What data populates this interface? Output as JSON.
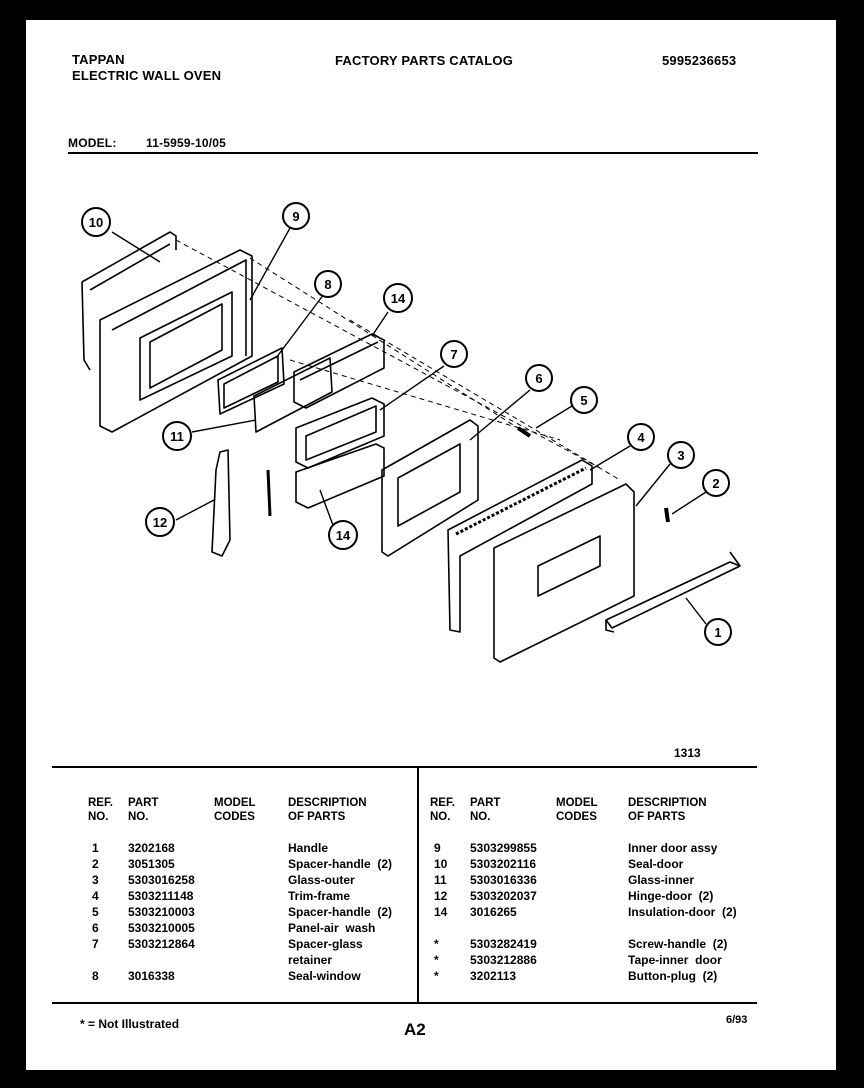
{
  "header": {
    "brand": "TAPPAN",
    "product": "ELECTRIC WALL OVEN",
    "catalog_title": "FACTORY PARTS CATALOG",
    "catalog_number": "5995236653",
    "model_label": "MODEL:",
    "model_number": "11-5959-10/05"
  },
  "diagram": {
    "callouts": [
      "10",
      "9",
      "8",
      "14",
      "7",
      "6",
      "5",
      "4",
      "3",
      "2",
      "1",
      "11",
      "12",
      "14"
    ],
    "figure_number": "1313"
  },
  "table": {
    "headers": {
      "ref": "REF.\nNO.",
      "part": "PART\nNO.",
      "model": "MODEL\nCODES",
      "desc": "DESCRIPTION\nOF PARTS"
    },
    "left_rows": [
      {
        "ref": "1",
        "part": "3202168",
        "desc": "Handle"
      },
      {
        "ref": "2",
        "part": "3051305",
        "desc": "Spacer-handle  (2)"
      },
      {
        "ref": "3",
        "part": "5303016258",
        "desc": "Glass-outer"
      },
      {
        "ref": "4",
        "part": "5303211148",
        "desc": "Trim-frame"
      },
      {
        "ref": "5",
        "part": "5303210003",
        "desc": "Spacer-handle  (2)"
      },
      {
        "ref": "6",
        "part": "5303210005",
        "desc": "Panel-air  wash"
      },
      {
        "ref": "7",
        "part": "5303212864",
        "desc": "Spacer-glass"
      },
      {
        "ref": "",
        "part": "",
        "desc": "retainer"
      },
      {
        "ref": "8",
        "part": "3016338",
        "desc": "Seal-window"
      }
    ],
    "right_rows": [
      {
        "ref": "9",
        "part": "5303299855",
        "desc": "Inner door assy"
      },
      {
        "ref": "10",
        "part": "5303202116",
        "desc": "Seal-door"
      },
      {
        "ref": "11",
        "part": "5303016336",
        "desc": "Glass-inner"
      },
      {
        "ref": "12",
        "part": "5303202037",
        "desc": "Hinge-door  (2)"
      },
      {
        "ref": "14",
        "part": "3016265",
        "desc": "Insulation-door  (2)"
      },
      {
        "ref": "",
        "part": "",
        "desc": ""
      },
      {
        "ref": "*",
        "part": "5303282419",
        "desc": "Screw-handle  (2)"
      },
      {
        "ref": "*",
        "part": "5303212886",
        "desc": "Tape-inner  door"
      },
      {
        "ref": "*",
        "part": "3202113",
        "desc": "Button-plug  (2)"
      }
    ]
  },
  "footer": {
    "note": "* = Not Illustrated",
    "page": "A2",
    "date": "6/93"
  }
}
